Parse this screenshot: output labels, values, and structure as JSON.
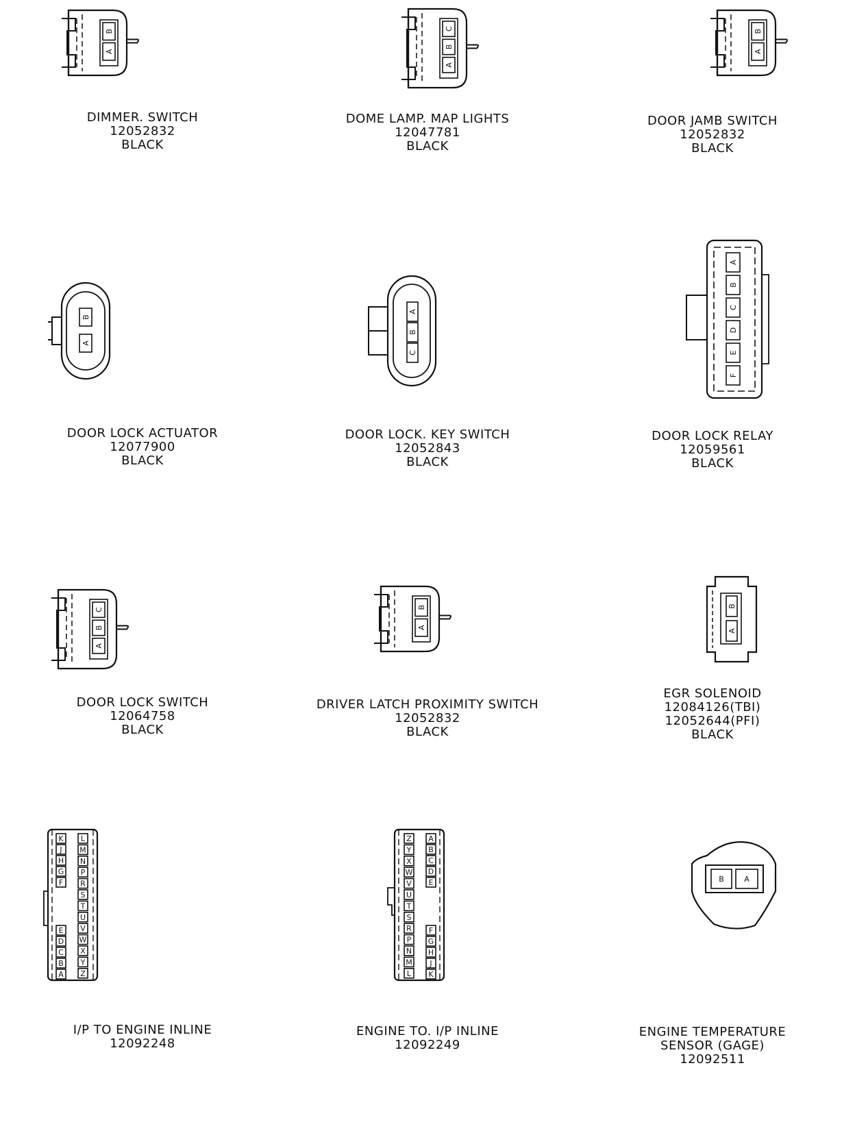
{
  "connectors": [
    {
      "id": "dimmer-switch",
      "kind": "small-2",
      "pins": [
        "A",
        "B"
      ],
      "lines": [
        "DIMMER. SWITCH",
        "12052832",
        "BLACK"
      ]
    },
    {
      "id": "dome-lamp",
      "kind": "small-3",
      "pins": [
        "A",
        "B",
        "C"
      ],
      "lines": [
        "DOME LAMP. MAP LIGHTS",
        "12047781",
        "BLACK"
      ]
    },
    {
      "id": "door-jamb-switch",
      "kind": "small-2",
      "pins": [
        "A",
        "B"
      ],
      "lines": [
        "DOOR JAMB SWITCH",
        "12052832",
        "BLACK"
      ]
    },
    {
      "id": "door-lock-actuator",
      "kind": "oval-2",
      "pins": [
        "A",
        "B"
      ],
      "lines": [
        "DOOR LOCK ACTUATOR",
        "12077900",
        "BLACK"
      ]
    },
    {
      "id": "door-lock-key-switch",
      "kind": "oval-3",
      "pins": [
        "A",
        "B",
        "C"
      ],
      "lines": [
        "DOOR LOCK. KEY SWITCH",
        "12052843",
        "BLACK"
      ]
    },
    {
      "id": "door-lock-relay",
      "kind": "tall-6",
      "pins": [
        "A",
        "B",
        "C",
        "D",
        "E",
        "F"
      ],
      "lines": [
        "DOOR LOCK RELAY",
        "12059561",
        "BLACK"
      ]
    },
    {
      "id": "door-lock-switch",
      "kind": "small-3",
      "pins": [
        "A",
        "B",
        "C"
      ],
      "lines": [
        "DOOR LOCK SWITCH",
        "12064758",
        "BLACK"
      ]
    },
    {
      "id": "driver-latch",
      "kind": "small-2",
      "pins": [
        "A",
        "B"
      ],
      "lines": [
        "DRIVER LATCH PROXIMITY SWITCH",
        "12052832",
        "BLACK"
      ]
    },
    {
      "id": "egr-solenoid",
      "kind": "clip-2",
      "pins": [
        "A",
        "B"
      ],
      "lines": [
        "EGR SOLENOID",
        "12084126(TBI)",
        "12052644(PFI)",
        "BLACK"
      ]
    },
    {
      "id": "ip-to-engine",
      "kind": "multi-left",
      "pins_left": [
        "K",
        "J",
        "H",
        "G",
        "F",
        "E",
        "D",
        "C",
        "B",
        "A"
      ],
      "pins_right": [
        "L",
        "M",
        "N",
        "P",
        "R",
        "S",
        "T",
        "U",
        "V",
        "W",
        "X",
        "Y",
        "Z"
      ],
      "lines": [
        "I/P TO ENGINE INLINE",
        "12092248"
      ]
    },
    {
      "id": "engine-to-ip",
      "kind": "multi-right",
      "pins_left": [
        "A",
        "B",
        "C",
        "D",
        "E",
        "F",
        "G",
        "H",
        "J",
        "K"
      ],
      "pins_right": [
        "Z",
        "Y",
        "X",
        "W",
        "V",
        "U",
        "T",
        "S",
        "R",
        "P",
        "N",
        "M",
        "L"
      ],
      "lines": [
        "ENGINE TO. I/P INLINE",
        "12092249"
      ]
    },
    {
      "id": "engine-temp-sensor",
      "kind": "sensor",
      "pins": [
        "B",
        "A"
      ],
      "lines": [
        "ENGINE TEMPERATURE",
        "SENSOR (GAGE)",
        "12092511"
      ]
    }
  ]
}
